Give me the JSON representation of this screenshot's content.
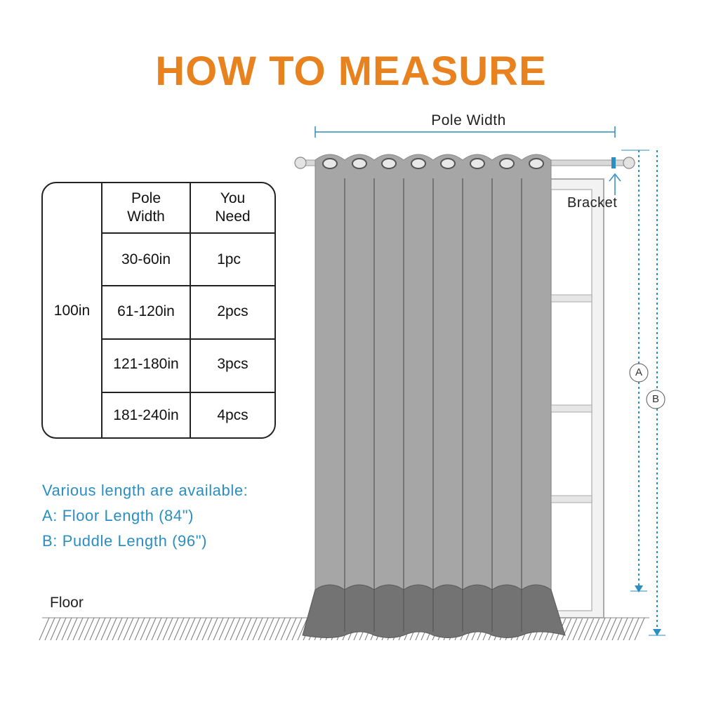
{
  "title": "HOW TO MEASURE",
  "colors": {
    "title": "#E8821E",
    "accent_blue": "#2A8EC2",
    "info_text": "#2A8EC2",
    "curtain": "#A6A6A6",
    "curtain_hem": "#737373",
    "table_border": "#222222"
  },
  "labels": {
    "pole_width": "Pole Width",
    "bracket": "Bracket",
    "floor": "Floor",
    "marker_a": "A",
    "marker_b": "B"
  },
  "table": {
    "row_label": "100in",
    "headers": [
      "Pole\nWidth",
      "You\nNeed"
    ],
    "rows": [
      [
        "30-60in",
        "1pc"
      ],
      [
        "61-120in",
        "2pcs"
      ],
      [
        "121-180in",
        "3pcs"
      ],
      [
        "181-240in",
        "4pcs"
      ]
    ]
  },
  "info": {
    "line1": "Various length are available:",
    "line2": "A: Floor Length (84\")",
    "line3": "B: Puddle Length (96\")"
  }
}
